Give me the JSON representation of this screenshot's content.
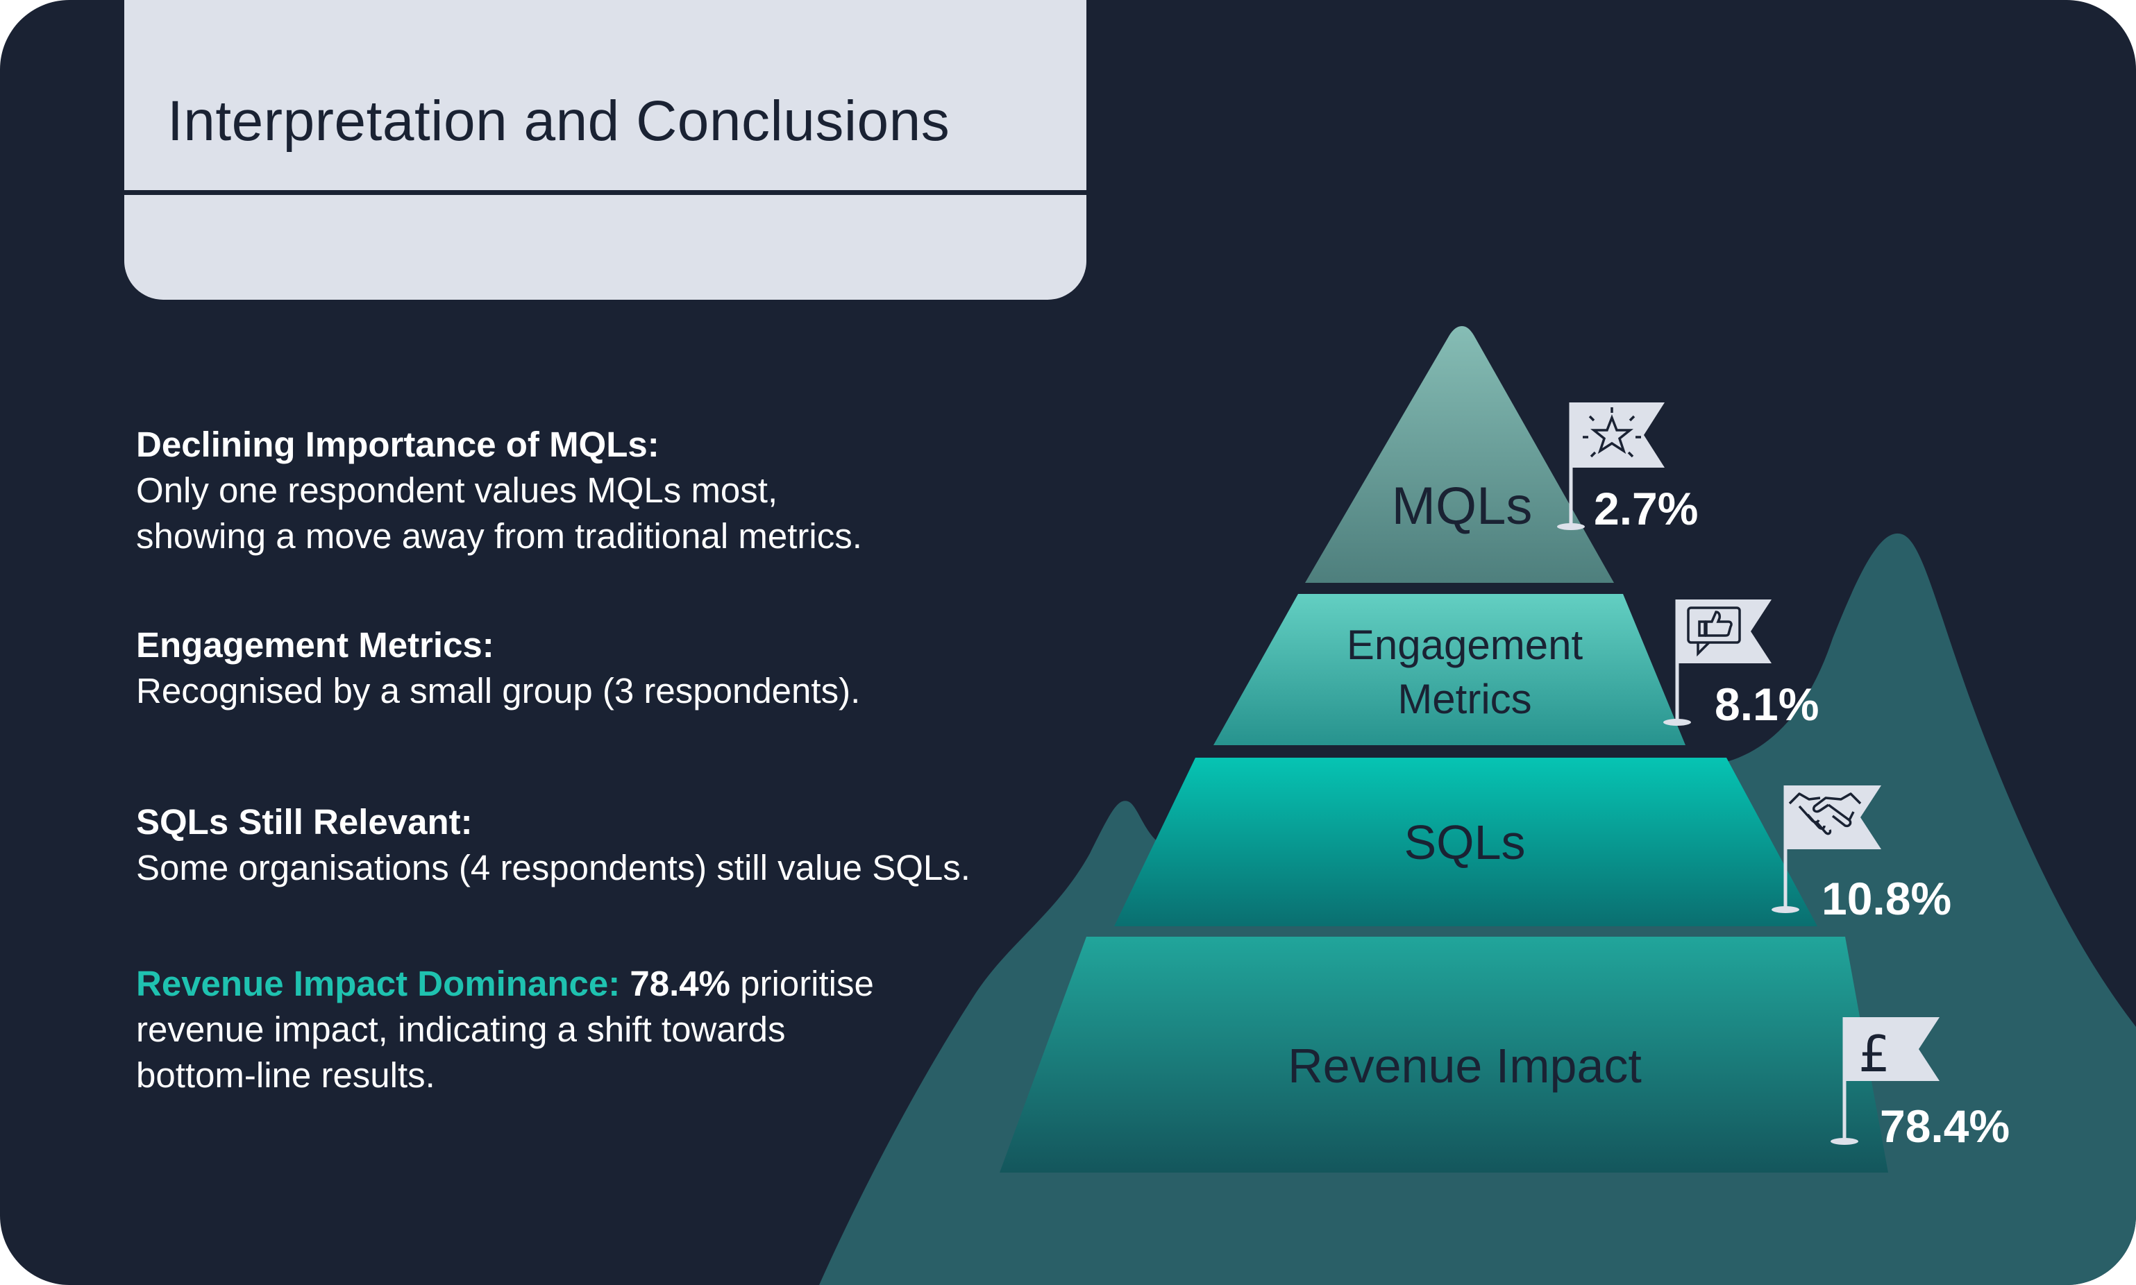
{
  "title": "Interpretation and Conclusions",
  "points": [
    {
      "heading": "Declining Importance of MQLs:",
      "lines": [
        "Only one respondent values MQLs most,",
        "showing a move away from traditional metrics."
      ]
    },
    {
      "heading": "Engagement Metrics:",
      "lines": [
        "Recognised by a small group (3 respondents)."
      ]
    },
    {
      "heading": "SQLs Still Relevant:",
      "lines": [
        "Some organisations (4 respondents) still value SQLs."
      ]
    },
    {
      "heading": "Revenue Impact Dominance:",
      "value": "78.4%",
      "line1_rest": " prioritise",
      "lines": [
        "revenue impact, indicating a shift towards",
        "bottom-line results."
      ]
    }
  ],
  "pyramid": [
    {
      "label_lines": [
        "MQLs"
      ],
      "percent": "2.7%",
      "icon": "star-icon"
    },
    {
      "label_lines": [
        "Engagement",
        "Metrics"
      ],
      "percent": "8.1%",
      "icon": "thumbs-up-icon"
    },
    {
      "label_lines": [
        "SQLs"
      ],
      "percent": "10.8%",
      "icon": "handshake-icon"
    },
    {
      "label_lines": [
        "Revenue Impact"
      ],
      "percent": "78.4%",
      "icon": "pound-icon"
    }
  ],
  "colors": {
    "background": "#1a2233",
    "title_box": "#dde1ea",
    "accent": "#1fc2b0",
    "mountain": "#2a5f67",
    "flag": "#dde1ea"
  }
}
